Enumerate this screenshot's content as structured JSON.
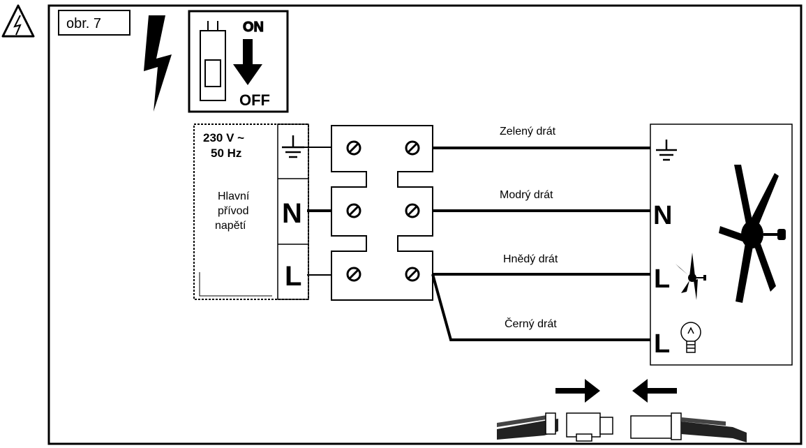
{
  "figure_label": "obr. 7",
  "breaker": {
    "on_label": "ON",
    "off_label": "OFF"
  },
  "supply": {
    "voltage": "230 V ~",
    "frequency": "50 Hz",
    "description_lines": [
      "Hlavní",
      "přívod",
      "napětí"
    ],
    "terminals": [
      "N",
      "L"
    ]
  },
  "wires": [
    {
      "label": "Zelený drát"
    },
    {
      "label": "Modrý drát"
    },
    {
      "label": "Hnědý drát"
    },
    {
      "label": "Černý drát"
    }
  ],
  "fan_terminals": [
    "N",
    "L",
    "L"
  ],
  "icons": [
    "warning-triangle-icon",
    "lightning-bolt-icon",
    "breaker-switch-icon",
    "ground-symbol-icon",
    "fan-icon",
    "light-bulb-icon",
    "arrow-right-icon",
    "arrow-left-icon",
    "connector-plug-icon",
    "connector-socket-icon"
  ]
}
